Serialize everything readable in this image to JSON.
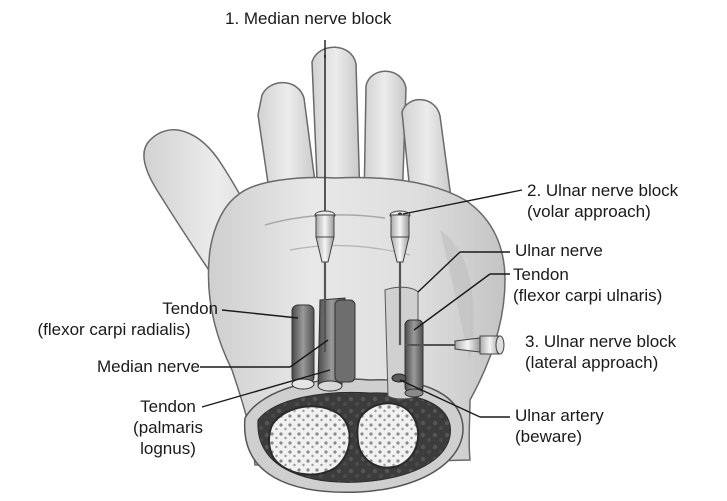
{
  "labels": {
    "median_block": "1. Median nerve block",
    "ulnar_volar": [
      "2. Ulnar nerve block",
      "(volar approach)"
    ],
    "ulnar_nerve": "Ulnar nerve",
    "tendon_fcu": [
      "Tendon",
      "(flexor carpi ulnaris)"
    ],
    "ulnar_lateral": [
      "3. Ulnar nerve block",
      "(lateral approach)"
    ],
    "ulnar_artery": [
      "Ulnar artery",
      "(beware)"
    ],
    "tendon_fcr": [
      "Tendon",
      "(flexor carpi radialis)"
    ],
    "median_nerve": "Median nerve",
    "tendon_pl": [
      "Tendon",
      "(palmaris",
      "lognus)"
    ]
  },
  "colors": {
    "skin": "#e3e3e3",
    "skin_shadow": "#bdbdbd",
    "outline": "#5a5a5a",
    "tissue_dark": "#3a3a3a",
    "bone": "#f2f2f2",
    "tendon": "#7a7a7a",
    "line": "#1a1a1a"
  }
}
